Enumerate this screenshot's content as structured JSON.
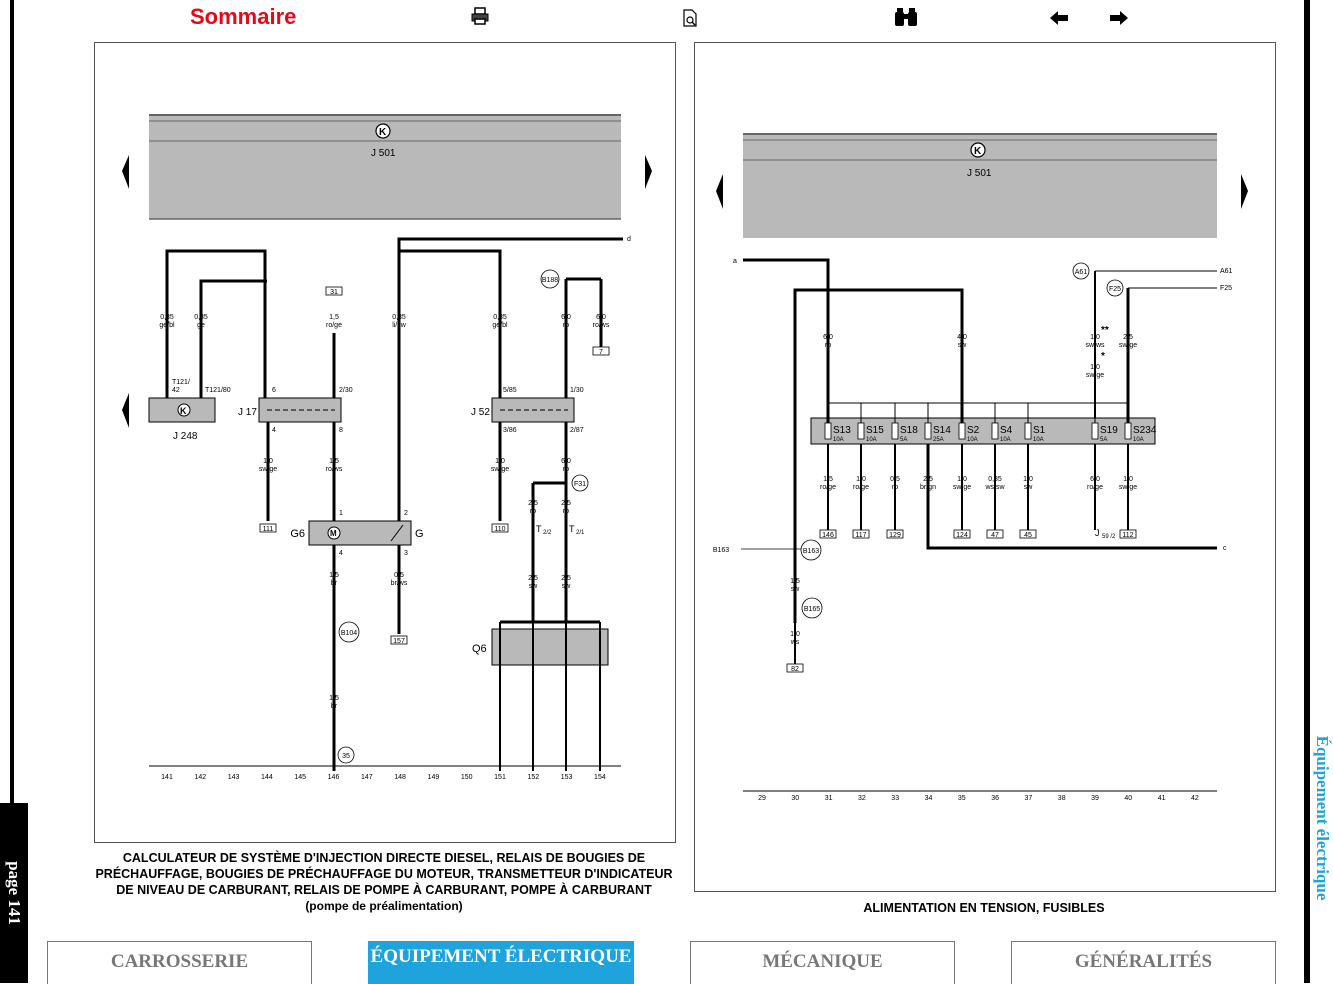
{
  "header": {
    "sommaire": "Sommaire",
    "icons": [
      "printer-icon",
      "find-doc-icon",
      "binoculars-icon",
      "arrow-left-icon",
      "arrow-right-icon"
    ]
  },
  "page": {
    "number": "page 141",
    "section": "Équipement électrique",
    "accent": "#1ea3dc"
  },
  "left_diagram": {
    "ecu": "J 501",
    "relay1": "J 17",
    "relay2": "J 52",
    "module_j248": "J 248",
    "sensor": "G6",
    "sensor_g": "G",
    "glow_plugs": "Q6",
    "wires": [
      {
        "size": "0,35",
        "color": "ge/bl"
      },
      {
        "size": "0,35",
        "color": "ge"
      },
      {
        "size": "1,5",
        "color": "ro/ge"
      },
      {
        "size": "0,35",
        "color": "li/sw"
      },
      {
        "size": "0,35",
        "color": "ge/bl"
      },
      {
        "size": "6,0",
        "color": "ro"
      },
      {
        "size": "6,0",
        "color": "ro/ws"
      },
      {
        "size": "1,0",
        "color": "sw/ge"
      },
      {
        "size": "1,5",
        "color": "ro/ws"
      },
      {
        "size": "1,0",
        "color": "sw/ge"
      },
      {
        "size": "6,0",
        "color": "ro"
      },
      {
        "size": "2,5",
        "color": "ro"
      },
      {
        "size": "2,5",
        "color": "ro"
      },
      {
        "size": "1,5",
        "color": "br"
      },
      {
        "size": "0,5",
        "color": "br/ws"
      },
      {
        "size": "2,5",
        "color": "sw"
      },
      {
        "size": "2,5",
        "color": "sw"
      },
      {
        "size": "1,5",
        "color": "br"
      }
    ],
    "pins": [
      "T121/42",
      "T121/80",
      "6",
      "2/30",
      "5/85",
      "1/30",
      "4",
      "8",
      "3/86",
      "2/87",
      "1",
      "4",
      "2",
      "3",
      "T2/2",
      "T2/1"
    ],
    "refs": [
      "31",
      "7",
      "111",
      "110",
      "157",
      "B188",
      "F31",
      "B104",
      "35",
      "d"
    ],
    "scale": [
      "141",
      "142",
      "143",
      "144",
      "145",
      "146",
      "147",
      "148",
      "149",
      "150",
      "151",
      "152",
      "153",
      "154"
    ],
    "caption": "CALCULATEUR DE SYSTÈME D'INJECTION DIRECTE DIESEL, RELAIS DE BOUGIES DE PRÉCHAUFFAGE, BOUGIES DE PRÉCHAUFFAGE DU MOTEUR, TRANSMETTEUR D'INDICATEUR DE NIVEAU DE CARBURANT, RELAIS DE POMPE À CARBURANT, POMPE À CARBURANT",
    "caption_sub": "(pompe de préalimentation)"
  },
  "right_diagram": {
    "ecu": "J 501",
    "fuses": [
      {
        "name": "S13",
        "rating": "10A"
      },
      {
        "name": "S15",
        "rating": "10A"
      },
      {
        "name": "S18",
        "rating": "5A"
      },
      {
        "name": "S14",
        "rating": "25A"
      },
      {
        "name": "S2",
        "rating": "10A"
      },
      {
        "name": "S4",
        "rating": "10A"
      },
      {
        "name": "S1",
        "rating": "10A"
      },
      {
        "name": "S19",
        "rating": "5A"
      },
      {
        "name": "S234",
        "rating": "10A"
      }
    ],
    "top_wires": [
      {
        "size": "6,0",
        "color": "ro"
      },
      {
        "size": "4,0",
        "color": "sw"
      },
      {
        "size": "1,0",
        "color": "sw/ws"
      },
      {
        "size": "1,0",
        "color": "sw/ge"
      },
      {
        "size": "2,5",
        "color": "sw/ge"
      }
    ],
    "bottom_wires": [
      {
        "size": "1,5",
        "color": "ro/ge"
      },
      {
        "size": "1,0",
        "color": "ro/ge"
      },
      {
        "size": "0,5",
        "color": "ro"
      },
      {
        "size": "2,5",
        "color": "br/gn"
      },
      {
        "size": "1,0",
        "color": "sw/ge"
      },
      {
        "size": "0,35",
        "color": "ws/sw"
      },
      {
        "size": "1,0",
        "color": "sw"
      },
      {
        "size": "6,0",
        "color": "ro/ge"
      },
      {
        "size": "1,0",
        "color": "sw/ge"
      },
      {
        "size": "1,5",
        "color": "sw"
      },
      {
        "size": "1,0",
        "color": "ws"
      }
    ],
    "labels": [
      "a",
      "c",
      "A61",
      "F25",
      "B163",
      "B165",
      "J 59 /2",
      "**",
      "*"
    ],
    "refs": [
      "146",
      "117",
      "129",
      "124",
      "47",
      "45",
      "112",
      "82"
    ],
    "scale": [
      "29",
      "30",
      "31",
      "32",
      "33",
      "34",
      "35",
      "36",
      "37",
      "38",
      "39",
      "40",
      "41",
      "42"
    ],
    "caption": "ALIMENTATION EN TENSION, FUSIBLES"
  },
  "bottom_nav": [
    {
      "label": "CARROSSERIE",
      "active": false
    },
    {
      "label": "ÉQUIPEMENT ÉLECTRIQUE",
      "active": true
    },
    {
      "label": "MÉCANIQUE",
      "active": false
    },
    {
      "label": "GÉNÉRALITÉS",
      "active": false
    }
  ]
}
